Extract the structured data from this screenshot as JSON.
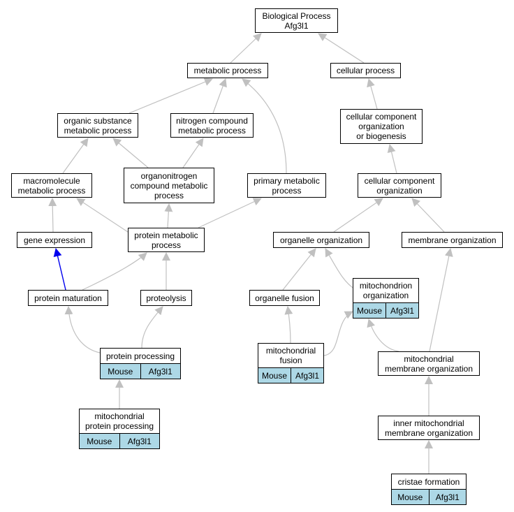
{
  "diagram": {
    "colors": {
      "edge": "#c0c0c0",
      "highlight_edge": "#0000ee",
      "annotation_fill": "#add8e6"
    },
    "nodes": {
      "root": {
        "line1": "Biological Process",
        "line2": "Afg3l1"
      },
      "metabolic": {
        "line1": "metabolic process"
      },
      "cellular": {
        "line1": "cellular process"
      },
      "organic_substance": {
        "line1": "organic substance",
        "line2": "metabolic process"
      },
      "nitrogen_compound": {
        "line1": "nitrogen compound",
        "line2": "metabolic process"
      },
      "ccob": {
        "line1": "cellular component",
        "line2": "organization",
        "line3": "or biogenesis"
      },
      "macromolecule": {
        "line1": "macromolecule",
        "line2": "metabolic process"
      },
      "organonitrogen": {
        "line1": "organonitrogen",
        "line2": "compound metabolic",
        "line3": "process"
      },
      "primary_metabolic": {
        "line1": "primary metabolic",
        "line2": "process"
      },
      "cc_org": {
        "line1": "cellular component",
        "line2": "organization"
      },
      "gene_expression": {
        "line1": "gene expression"
      },
      "protein_metabolic": {
        "line1": "protein metabolic",
        "line2": "process"
      },
      "organelle_org": {
        "line1": "organelle organization"
      },
      "membrane_org": {
        "line1": "membrane organization"
      },
      "protein_maturation": {
        "line1": "protein maturation"
      },
      "proteolysis": {
        "line1": "proteolysis"
      },
      "organelle_fusion": {
        "line1": "organelle fusion"
      },
      "mito_org": {
        "line1": "mitochondrion",
        "line2": "organization"
      },
      "protein_processing": {
        "line1": "protein processing"
      },
      "mito_fusion": {
        "line1": "mitochondrial",
        "line2": "fusion"
      },
      "mito_membrane_org": {
        "line1": "mitochondrial",
        "line2": "membrane organization"
      },
      "mito_protein_processing": {
        "line1": "mitochondrial",
        "line2": "protein processing"
      },
      "inner_mito_membrane_org": {
        "line1": "inner mitochondrial",
        "line2": "membrane organization"
      },
      "cristae": {
        "line1": "cristae formation"
      }
    },
    "annotations": {
      "mito_org": {
        "species": "Mouse",
        "gene": "Afg3l1"
      },
      "protein_processing": {
        "species": "Mouse",
        "gene": "Afg3l1"
      },
      "mito_fusion": {
        "species": "Mouse",
        "gene": "Afg3l1"
      },
      "mito_protein_processing": {
        "species": "Mouse",
        "gene": "Afg3l1"
      },
      "cristae": {
        "species": "Mouse",
        "gene": "Afg3l1"
      }
    }
  }
}
